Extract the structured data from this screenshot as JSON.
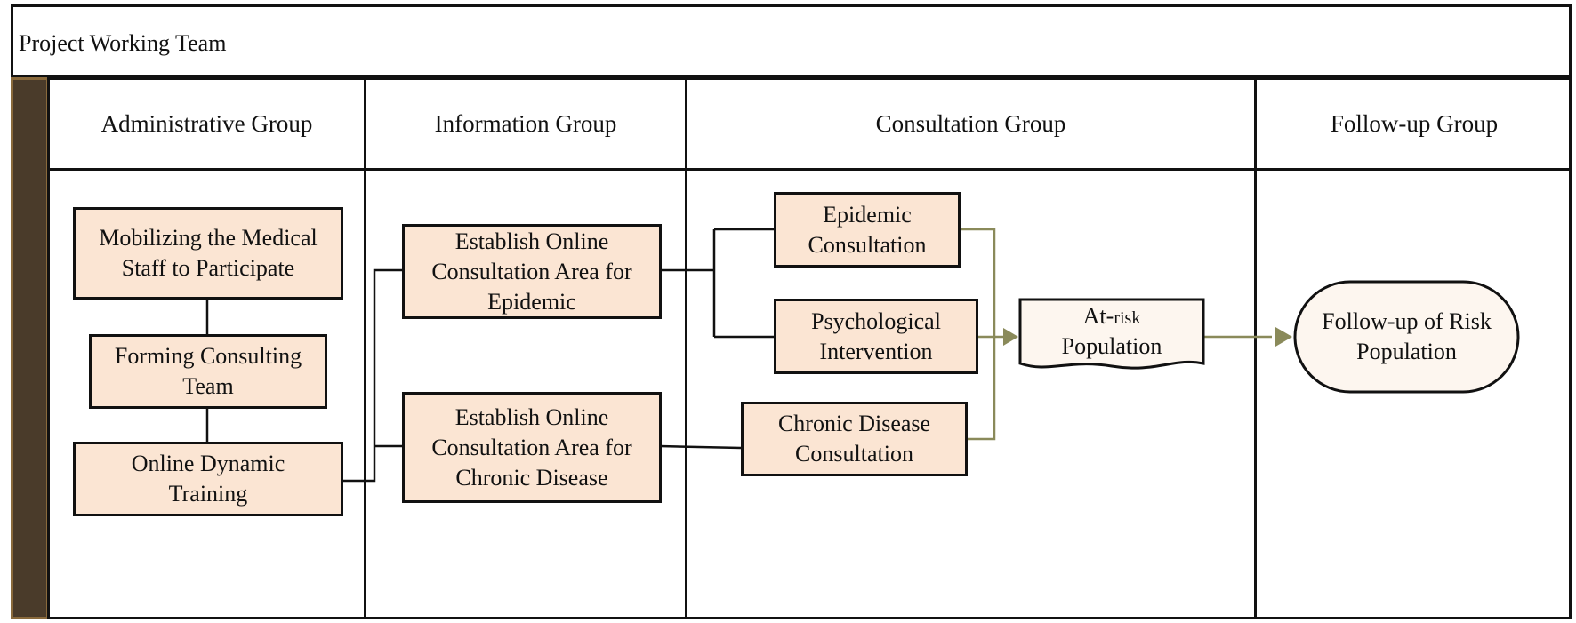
{
  "title": "Project Working Team",
  "lanes": [
    {
      "name": "Administrative Group"
    },
    {
      "name": "Information Group"
    },
    {
      "name": "Consultation Group"
    },
    {
      "name": "Follow-up Group"
    }
  ],
  "nodes": {
    "mobilizing": "Mobilizing the Medical\nStaff to Participate",
    "forming": "Forming Consulting\nTeam",
    "training": "Online Dynamic\nTraining",
    "area_epidemic": "Establish Online\nConsultation Area for\nEpidemic",
    "area_chronic": "Establish Online\nConsultation  Area for\nChronic Disease",
    "epidemic_consult": "Epidemic\nConsultation",
    "psych": "Psychological\nIntervention",
    "chronic_consult": "Chronic Disease\nConsultation",
    "at_risk_prefix": "At-",
    "at_risk_small": "risk",
    "at_risk_line2": "Population",
    "followup": "Follow-up  of Risk\nPopulation"
  },
  "colors": {
    "box_fill": "#fbe5d3",
    "lane_bar": "#4a3b2a",
    "lane_bar_border": "#8a6a3c",
    "arrow": "#8a8a5a",
    "terminal_fill": "#fdf6ef"
  }
}
